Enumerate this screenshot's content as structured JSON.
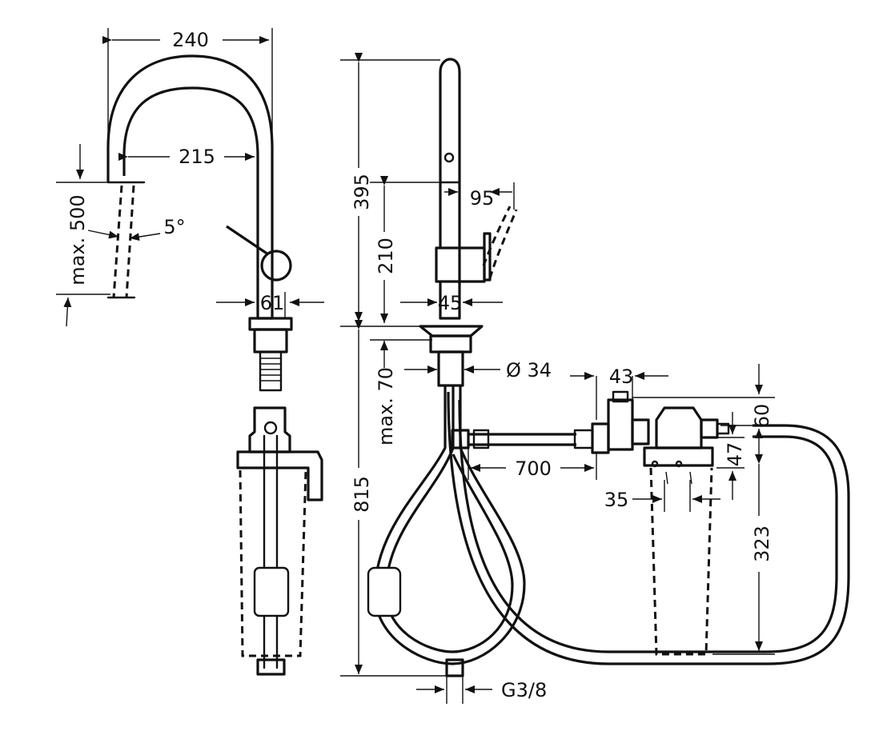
{
  "dimensions": {
    "spout_reach_outer": "240",
    "spout_reach_inner": "215",
    "spray_extension": "max. 500",
    "spray_angle": "5°",
    "handle_width": "61",
    "total_height": "395",
    "handle_height": "210",
    "handle_swing": "95",
    "body_diameter": "45",
    "shank_diameter": "Ø 34",
    "deck_thickness": "max. 70",
    "below_deck_length": "815",
    "hose_length": "700",
    "valve_width": "43",
    "filter_head_height": "60",
    "filter_offset": "47",
    "filter_spacing": "35",
    "filter_height": "323",
    "thread": "G3/8"
  }
}
